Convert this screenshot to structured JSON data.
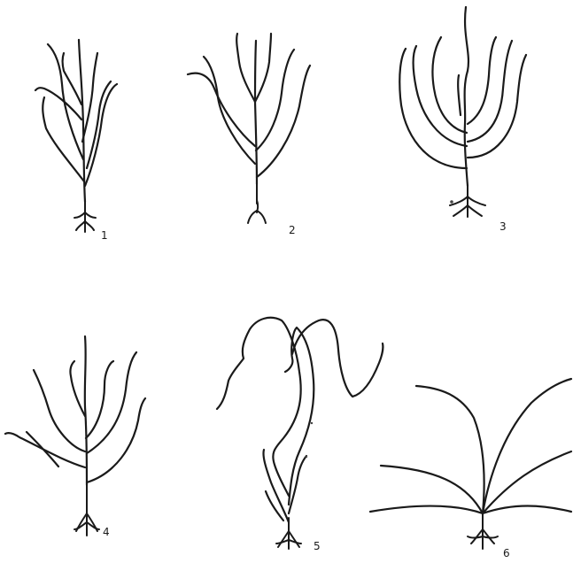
{
  "figure": {
    "labels": [
      "1",
      "2",
      "3",
      "4",
      "5",
      "6"
    ]
  }
}
